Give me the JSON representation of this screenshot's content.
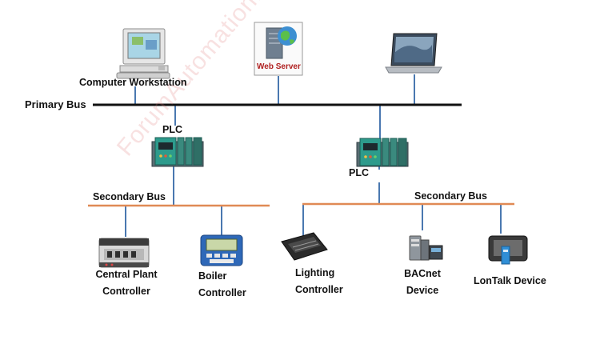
{
  "labels": {
    "computer_workstation": "Computer Workstation",
    "web_server": "Web Server",
    "primary_bus": "Primary Bus",
    "plc_left": "PLC",
    "plc_right": "PLC",
    "secondary_bus_left": "Secondary Bus",
    "secondary_bus_right": "Secondary Bus",
    "central_plant_controller": [
      "Central Plant",
      "Controller"
    ],
    "boiler_controller": [
      "Boiler",
      "Controller"
    ],
    "lighting_controller": [
      "Lighting",
      "Controller"
    ],
    "bacnet_device": [
      "BACnet",
      "Device"
    ],
    "lontalk_device": "LonTalk Device"
  },
  "watermark": "ForumAutomation.com",
  "colors": {
    "primary_bus": "#111111",
    "link": "#4a78b0",
    "secondary_bus": "#e08a55",
    "plc": "#2d9b8c"
  }
}
